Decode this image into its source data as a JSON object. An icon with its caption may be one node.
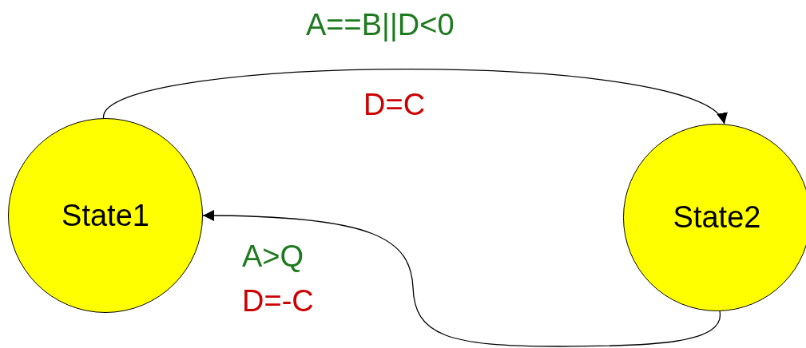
{
  "diagram": {
    "nodes": [
      {
        "text": [
          "State1"
        ]
      },
      {
        "text": [
          "State2"
        ]
      }
    ],
    "edges": [
      {
        "from": 0,
        "to": 1,
        "arrow": "to",
        "label": "A==B||D<0"
      },
      {
        "from": 1,
        "to": 0,
        "arrow": "to",
        "label": "A>Q"
      }
    ],
    "labels": [
      "D=C",
      "D=-C"
    ]
  }
}
